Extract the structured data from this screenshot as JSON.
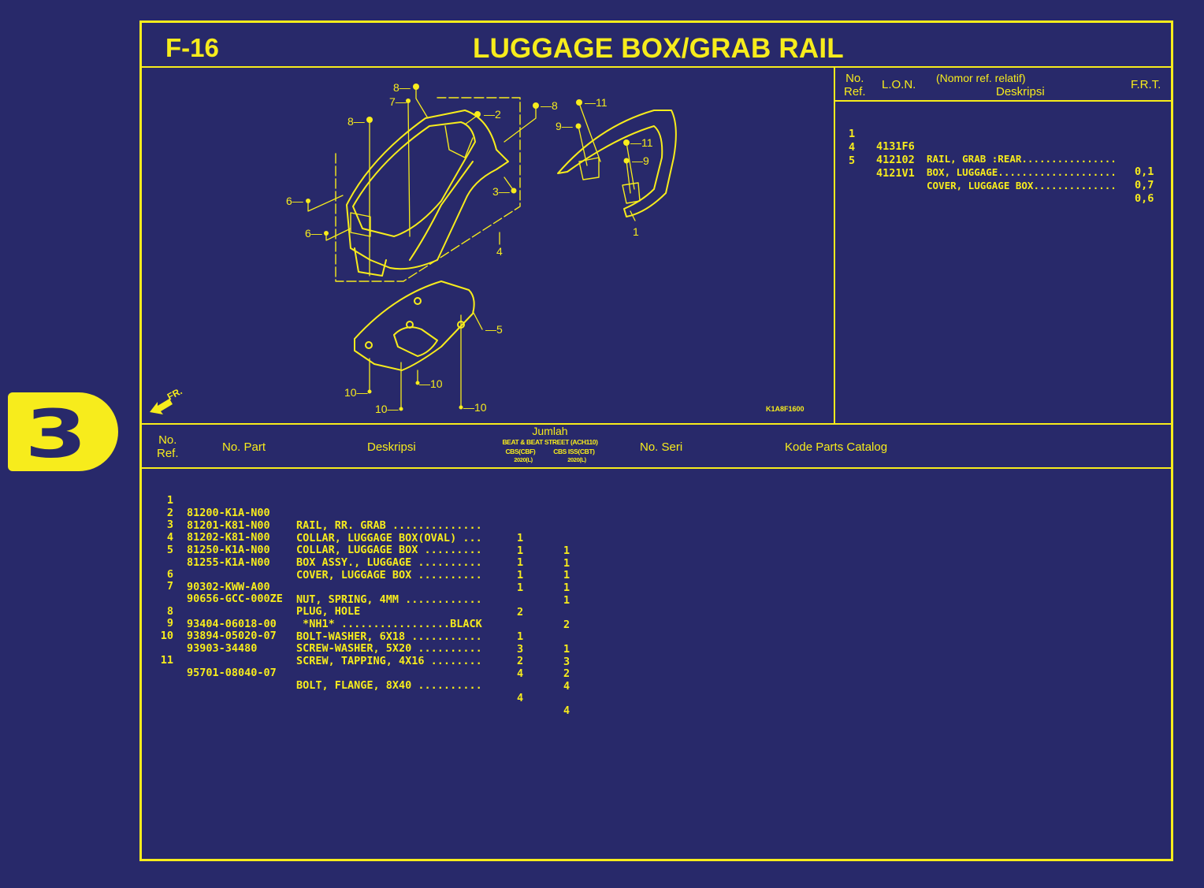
{
  "page": {
    "section_code": "F-16",
    "title": "LUGGAGE BOX/GRAB RAIL",
    "chapter_tab": "3",
    "diagram_code": "K1A8F1600",
    "front_indicator": "FR."
  },
  "frt_panel": {
    "headers": {
      "no_ref_1": "No.",
      "no_ref_2": "Ref.",
      "lon": "L.O.N.",
      "desc_1": "(Nomor ref. relatif)",
      "desc_2": "Deskripsi",
      "frt": "F.R.T."
    },
    "rows": [
      {
        "ref": "1",
        "lon": "4131F6",
        "desc": "RAIL, GRAB :REAR................",
        "frt": "0,1"
      },
      {
        "ref": "4",
        "lon": "412102",
        "desc": "BOX, LUGGAGE....................",
        "frt": "0,7"
      },
      {
        "ref": "5",
        "lon": "4121V1",
        "desc": "COVER, LUGGAGE BOX..............",
        "frt": "0,6"
      }
    ]
  },
  "parts_table": {
    "headers": {
      "no_ref_1": "No.",
      "no_ref_2": "Ref.",
      "part_no": "No. Part",
      "desc": "Deskripsi",
      "qty": "Jumlah",
      "model": "BEAT & BEAT STREET (ACH110)",
      "variant_1": "CBS(CBF)",
      "variant_2": "CBS ISS(CBT)",
      "year_1": "2020(L)",
      "year_2": "2020(L)",
      "serial": "No. Seri",
      "catalog_code": "Kode Parts Catalog"
    },
    "rows": [
      {
        "ref": "1",
        "part": "81200-K1A-N00",
        "desc": "RAIL, RR. GRAB ..............",
        "q1": "1",
        "q2": "1"
      },
      {
        "ref": "2",
        "part": "81201-K81-N00",
        "desc": "COLLAR, LUGGAGE BOX(OVAL) ...",
        "q1": "1",
        "q2": "1"
      },
      {
        "ref": "3",
        "part": "81202-K81-N00",
        "desc": "COLLAR, LUGGAGE BOX .........",
        "q1": "1",
        "q2": "1"
      },
      {
        "ref": "4",
        "part": "81250-K1A-N00",
        "desc": "BOX ASSY., LUGGAGE ..........",
        "q1": "1",
        "q2": "1"
      },
      {
        "ref": "5",
        "part": "81255-K1A-N00",
        "desc": "COVER, LUGGAGE BOX ..........",
        "q1": "1",
        "q2": "1"
      },
      {
        "ref": "6",
        "part": "90302-KWW-A00",
        "desc": "NUT, SPRING, 4MM ............",
        "q1": "2",
        "q2": "2"
      },
      {
        "ref": "7",
        "part": "90656-GCC-000ZE",
        "desc": "PLUG, HOLE",
        "q1": "",
        "q2": ""
      },
      {
        "ref": "",
        "part": "",
        "desc": " *NH1* .................BLACK",
        "q1": "1",
        "q2": "1"
      },
      {
        "ref": "8",
        "part": "93404-06018-00",
        "desc": "BOLT-WASHER, 6X18 ...........",
        "q1": "3",
        "q2": "3"
      },
      {
        "ref": "9",
        "part": "93894-05020-07",
        "desc": "SCREW-WASHER, 5X20 ..........",
        "q1": "2",
        "q2": "2"
      },
      {
        "ref": "10",
        "part": "93903-34480",
        "desc": "SCREW, TAPPING, 4X16 ........",
        "q1": "4",
        "q2": "4"
      },
      {
        "ref": "11",
        "part": "95701-08040-07",
        "desc": "BOLT, FLANGE, 8X40 ..........",
        "q1": "4",
        "q2": "4"
      }
    ]
  },
  "callouts": {
    "c1": "1",
    "c2": "2",
    "c3": "3",
    "c4": "4",
    "c5": "5",
    "c6": "6",
    "c7": "7",
    "c8": "8",
    "c9": "9",
    "c10": "10",
    "c11": "11"
  },
  "colors": {
    "background": "#28296a",
    "accent": "#f7ec1c"
  }
}
